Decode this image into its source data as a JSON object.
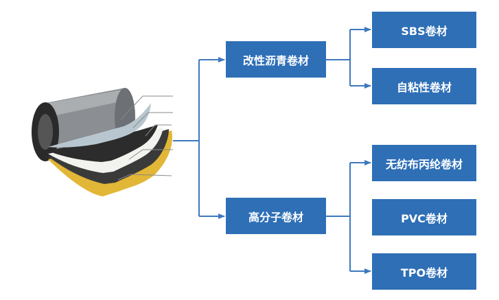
{
  "colors": {
    "box_fill": "#2E6FB6",
    "connector": "#3D77C0",
    "box_text": "#FFFFFF"
  },
  "image": {
    "subject": "waterproofing-membrane-roll",
    "layer_colors": [
      "#8E9195",
      "#B8C7CF",
      "#2C2C2C",
      "#F2F2EE",
      "#3A3A3A",
      "#E2B636"
    ]
  },
  "diagram": {
    "level1": [
      {
        "label": "改性沥青卷材",
        "children": [
          "SBS卷材",
          "自粘性卷材"
        ]
      },
      {
        "label": "高分子卷材",
        "children": [
          "无纺布丙纶卷材",
          "PVC卷材",
          "TPO卷材"
        ]
      }
    ]
  }
}
